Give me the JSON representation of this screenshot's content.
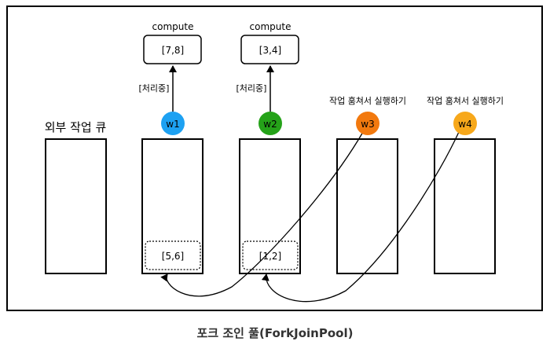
{
  "external_queue_label": "외부 작업 큐",
  "caption": "포크 조인 풀(ForkJoinPool)",
  "workers": [
    {
      "name": "w1",
      "color": "#1da1f2",
      "processing_label": "[처리중]",
      "compute_label": "compute",
      "compute_task": "[7,8]",
      "queued_task": "[5,6]"
    },
    {
      "name": "w2",
      "color": "#25a219",
      "processing_label": "[처리중]",
      "compute_label": "compute",
      "compute_task": "[3,4]",
      "queued_task": "[1,2]"
    },
    {
      "name": "w3",
      "color": "#f2790e",
      "steal_label": "작업 훔쳐서 실행하기"
    },
    {
      "name": "w4",
      "color": "#f7a81b",
      "steal_label": "작업 훔쳐서 실행하기"
    }
  ]
}
